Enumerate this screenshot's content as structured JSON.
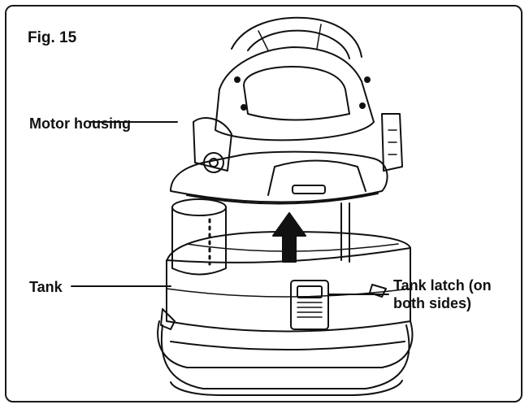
{
  "figure": {
    "title": "Fig. 15",
    "labels": {
      "motor_housing": "Motor housing",
      "tank": "Tank",
      "tank_latch": "Tank latch (on both sides)"
    }
  },
  "colors": {
    "line": "#111111",
    "background": "#ffffff"
  }
}
